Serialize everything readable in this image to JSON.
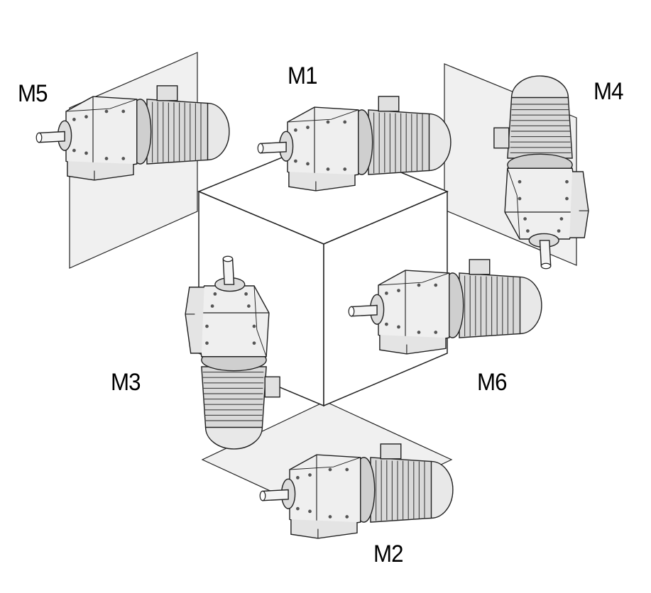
{
  "labels": {
    "m1": "M1",
    "m2": "M2",
    "m3": "M3",
    "m4": "M4",
    "m5": "M5",
    "m6": "M6"
  },
  "colors": {
    "outline": "#222222",
    "metal_light": "#eeeeee",
    "metal_mid": "#d4d4d4",
    "metal_dark": "#a8a8a8",
    "plane_fill": "#e6e6e6",
    "cube_face": "#ffffff"
  },
  "icons": [
    "gear-motor-icon"
  ]
}
